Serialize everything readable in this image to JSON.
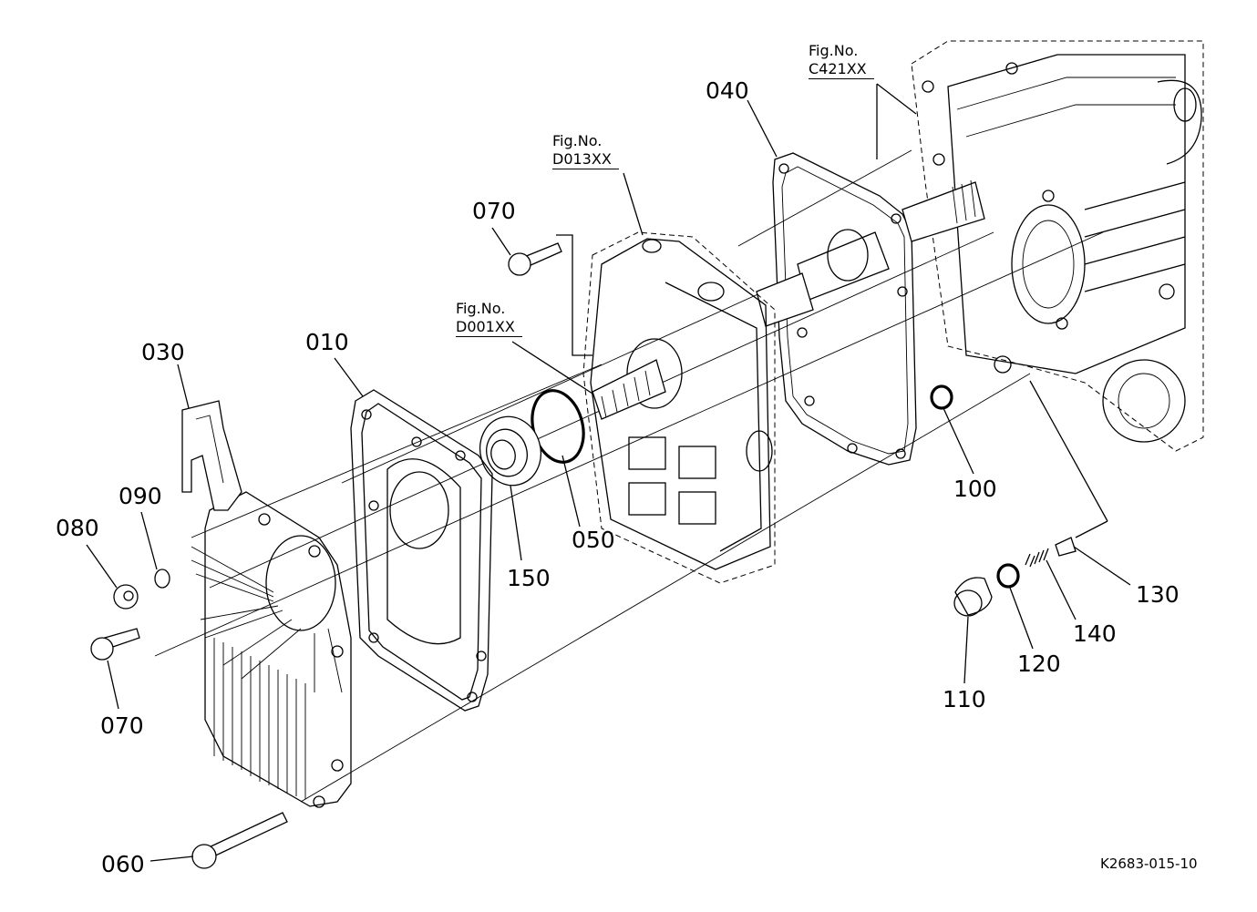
{
  "part_labels": {
    "p010": "010",
    "p030": "030",
    "p040": "040",
    "p050": "050",
    "p060": "060",
    "p070a": "070",
    "p070b": "070",
    "p080": "080",
    "p090": "090",
    "p100": "100",
    "p110": "110",
    "p120": "120",
    "p130": "130",
    "p140": "140",
    "p150": "150"
  },
  "figure_refs": {
    "c421": {
      "title": "Fig.No.",
      "code": "C421XX"
    },
    "d013": {
      "title": "Fig.No.",
      "code": "D013XX"
    },
    "d001": {
      "title": "Fig.No.",
      "code": "D001XX"
    }
  },
  "drawing_id": "K2683-015-10"
}
